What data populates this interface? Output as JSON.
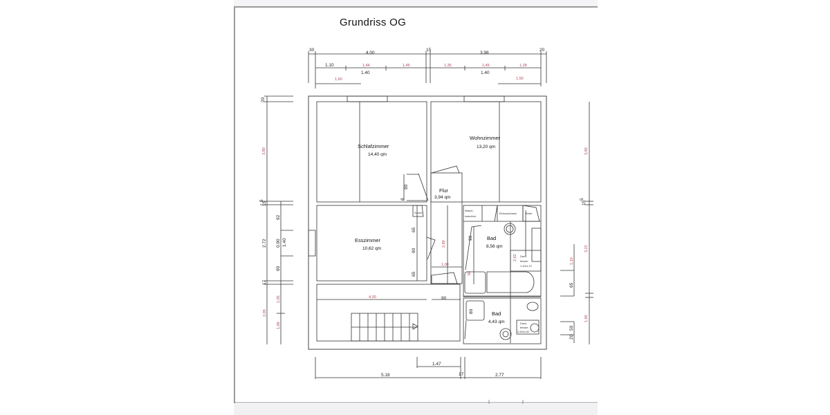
{
  "title": "Grundriss OG",
  "rooms": {
    "schlafzimmer": {
      "name": "Schlafzimmer",
      "area": "14,40 qm"
    },
    "wohnzimmer": {
      "name": "Wohnzimmer",
      "area": "13,20 qm"
    },
    "flur": {
      "name": "Flur",
      "area": "3,94 qm"
    },
    "esszimmer": {
      "name": "Esszimmer",
      "area": "10,62 qm"
    },
    "bad1": {
      "name": "Bad",
      "area": "8,56 qm"
    },
    "bad2": {
      "name": "Bad",
      "area": "4,43 qm"
    }
  },
  "fixtures": {
    "waschmaschine_1": "Wasch-",
    "waschmaschine_2": "maschine",
    "einbauschrank": "Einbauschrank",
    "boiler": "Boiler",
    "dachfenster1_1": "Dach-",
    "dachfenster1_2": "fenster",
    "dachfenster1_3": "1,10x1,10",
    "dachfenster2_1": "Dach-",
    "dachfenster2_2": "fenster",
    "dachfenster2_3": "0,90x0,80",
    "sockel": "Sockel"
  },
  "dimensions": {
    "top": {
      "row1": [
        "30",
        "4.00",
        "15",
        "3.98",
        "20"
      ],
      "row2": [
        "1.10",
        "1,44",
        "1,45",
        "1,35",
        "1,45",
        "1,28"
      ],
      "row3": [
        "1.40",
        "1.40"
      ],
      "row4": [
        "1,60",
        "1,50"
      ]
    },
    "bottom": {
      "row1": [
        "1.47"
      ],
      "row2": [
        "5.18",
        "17",
        "2.77"
      ]
    },
    "left": {
      "outer": [
        "20",
        "3,80",
        "5",
        "15",
        "2.72",
        "17",
        "2,05"
      ],
      "inner": [
        "92",
        "0.90",
        "1.40",
        "90",
        "1,05",
        "1,00"
      ]
    },
    "right": {
      "outer": [
        "3,80",
        "15",
        "5",
        "3,22",
        "1,60"
      ],
      "inner": [
        "1,10",
        "65",
        "50",
        "20"
      ]
    },
    "interior": {
      "door_schlaf": "90",
      "door_schlaf_small": "8",
      "esszimmer_side": [
        "65",
        "90",
        "65"
      ],
      "flur_height": "2,89",
      "flur_width": "1,00",
      "bad_door": "90",
      "bad_red1": "2,62",
      "bad_red2": "60",
      "hall_width": "4,00",
      "hall_door": "90",
      "bad2_tub": "80"
    }
  }
}
